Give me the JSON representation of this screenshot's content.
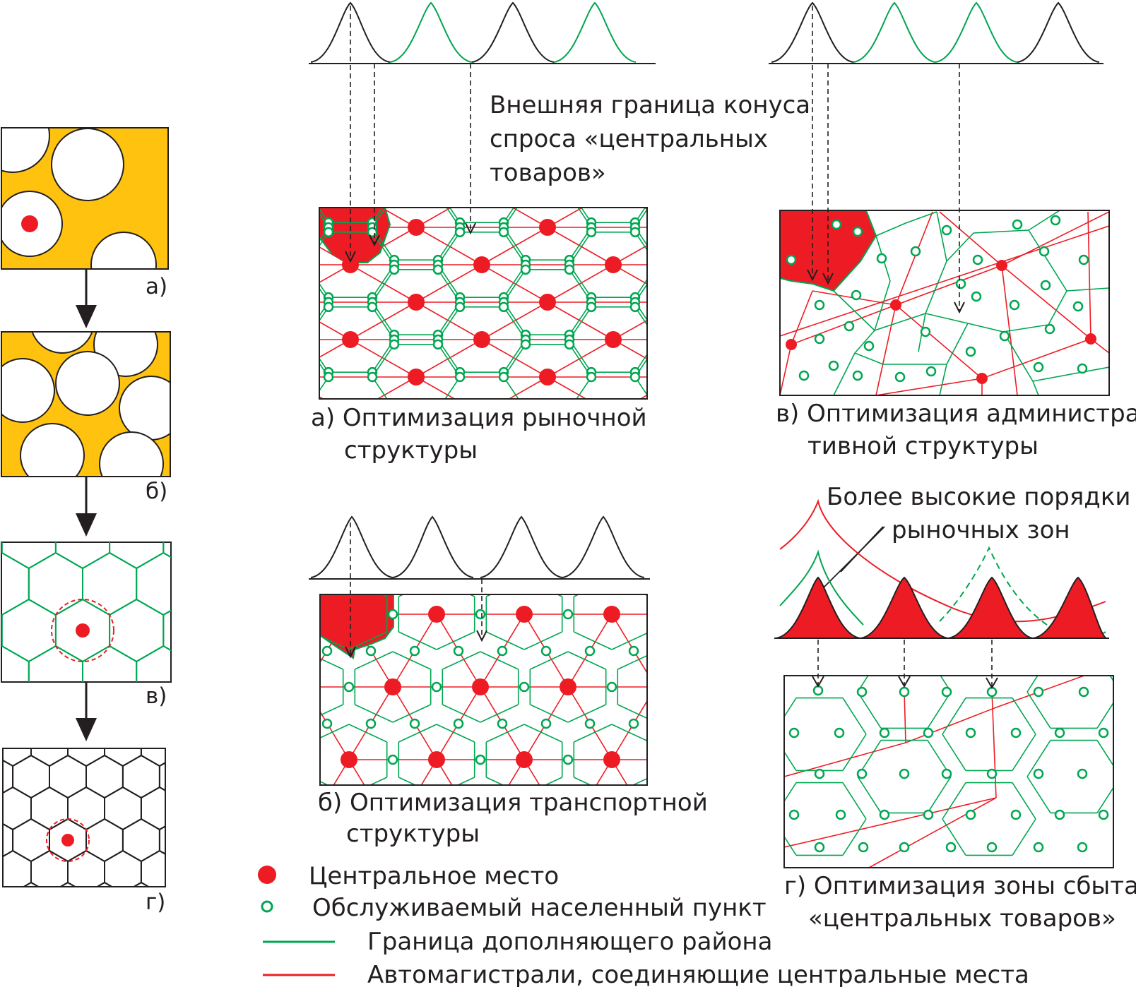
{
  "left_panels": {
    "a": "а)",
    "b": "б)",
    "c": "в)",
    "d": "г)"
  },
  "cone_note": {
    "line1": "Внешняя граница конуса",
    "line2": "спроса «центральных",
    "line3": "товаров»"
  },
  "panel_a": {
    "line1": "а) Оптимизация рыночной",
    "line2": "структуры"
  },
  "panel_b": {
    "line1": "б) Оптимизация транспортной",
    "line2": "структуры"
  },
  "panel_c": {
    "line1": "в) Оптимизация администра-",
    "line2": "тивной структуры"
  },
  "panel_d": {
    "line1": "г) Оптимизация зоны сбыта",
    "line2": "«центральных товаров»"
  },
  "higher_orders": {
    "line1": "Более высокие порядки",
    "line2": "рыночных зон"
  },
  "legend": {
    "central": "Центральное место",
    "served": "Обслуживаемый населенный пункт",
    "boundary": "Граница дополняющего района",
    "roads": "Автомагистрали, соединяющие центральные места"
  },
  "colors": {
    "red": "#ed1c24",
    "green": "#00a651",
    "yellow": "#ffc20e",
    "black": "#231f20"
  }
}
